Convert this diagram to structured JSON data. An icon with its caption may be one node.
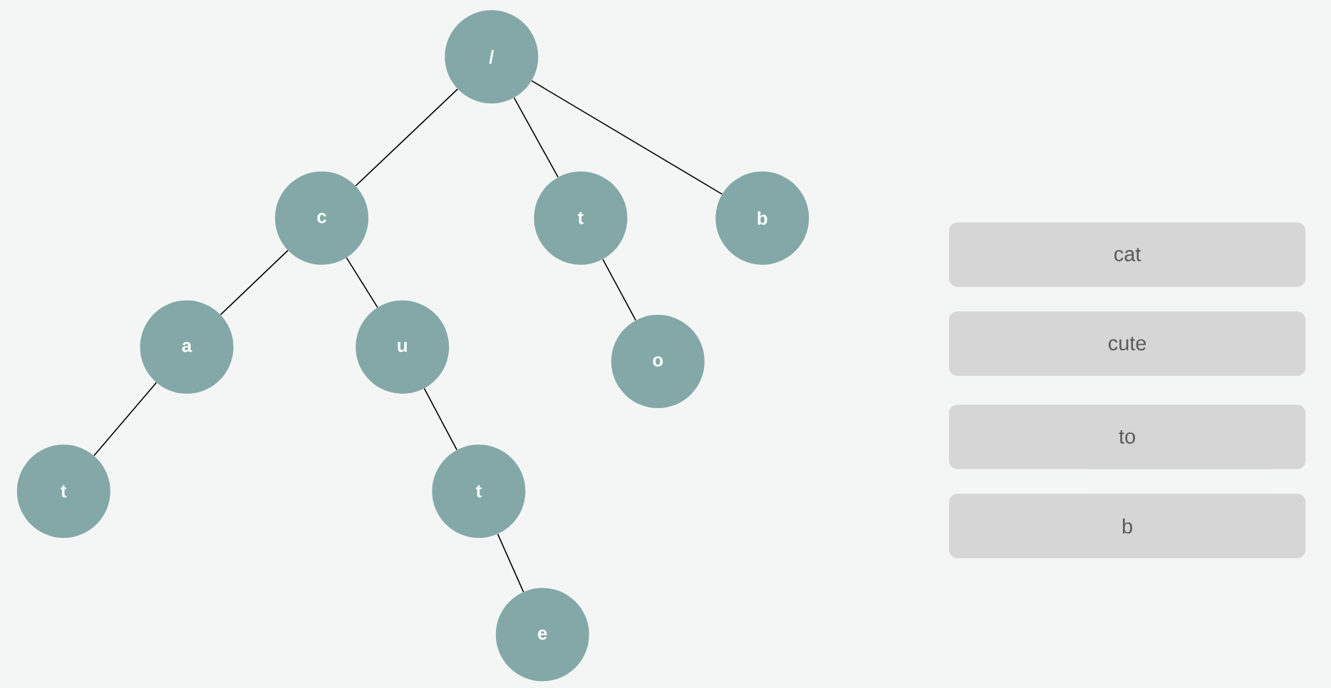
{
  "diagram": {
    "nodes": [
      {
        "text": [
          "/"
        ]
      },
      {
        "text": [
          "c"
        ]
      },
      {
        "text": [
          "t"
        ]
      },
      {
        "text": [
          "b"
        ]
      },
      {
        "text": [
          "a"
        ]
      },
      {
        "text": [
          "u"
        ]
      },
      {
        "text": [
          "o"
        ]
      },
      {
        "text": [
          "t"
        ]
      },
      {
        "text": [
          "t"
        ]
      },
      {
        "text": [
          "e"
        ]
      },
      {
        "text": [
          "cat"
        ]
      },
      {
        "text": [
          "cute"
        ]
      },
      {
        "text": [
          "to"
        ]
      },
      {
        "text": [
          "b"
        ]
      }
    ],
    "edges": [
      {
        "from": 0,
        "to": 1,
        "arrow": "none"
      },
      {
        "from": 0,
        "to": 2,
        "arrow": "none"
      },
      {
        "from": 0,
        "to": 3,
        "arrow": "none"
      },
      {
        "from": 1,
        "to": 4,
        "arrow": "none"
      },
      {
        "from": 1,
        "to": 5,
        "arrow": "none"
      },
      {
        "from": 2,
        "to": 6,
        "arrow": "none"
      },
      {
        "from": 4,
        "to": 7,
        "arrow": "none"
      },
      {
        "from": 5,
        "to": 8,
        "arrow": "none"
      },
      {
        "from": 8,
        "to": 9,
        "arrow": "none"
      }
    ]
  }
}
